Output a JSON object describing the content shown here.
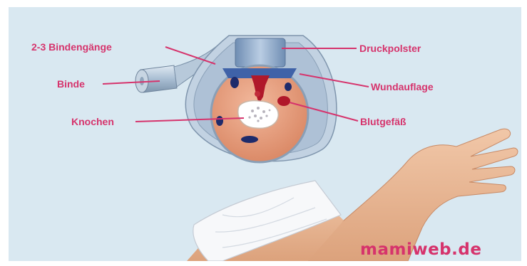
{
  "labels": {
    "bandage_turns": "2-3 Bindengänge",
    "bandage": "Binde",
    "bone": "Knochen",
    "pressure_pad": "Druckpolster",
    "wound_dressing": "Wundauflage",
    "blood_vessel": "Blutgefäß"
  },
  "watermark": "mamiweb.de",
  "colors": {
    "label": "#d6336c",
    "background": "#d9e8f1",
    "bandage": "#a9bed3",
    "tissue": "#e9a384",
    "blood": "#b0182a",
    "vessel_dark": "#1e2b6b"
  }
}
